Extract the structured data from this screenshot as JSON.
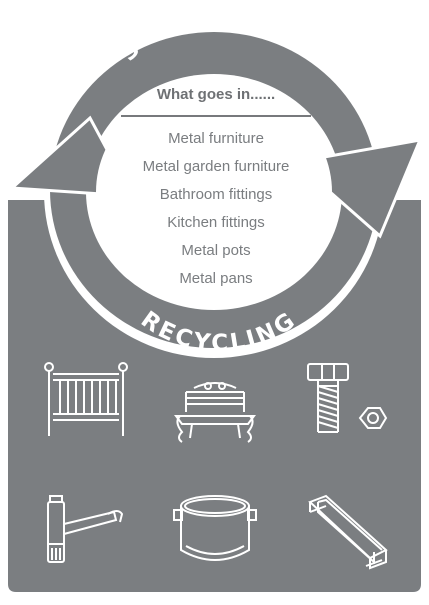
{
  "sign": {
    "title_top": "SCRAP METAL",
    "title_bottom": "RECYCLING",
    "heading": "What goes in......",
    "items": [
      "Metal furniture",
      "Metal garden furniture",
      "Bathroom fittings",
      "Kitchen fittings",
      "Metal pots",
      "Metal pans"
    ],
    "icons": [
      "crib-icon",
      "garden-bench-icon",
      "bolt-and-nut-icon",
      "tap-icon",
      "pot-icon",
      "steel-beam-icon"
    ]
  },
  "colors": {
    "panel": "#7b7e81",
    "text": "#7a7d80",
    "white": "#ffffff"
  }
}
